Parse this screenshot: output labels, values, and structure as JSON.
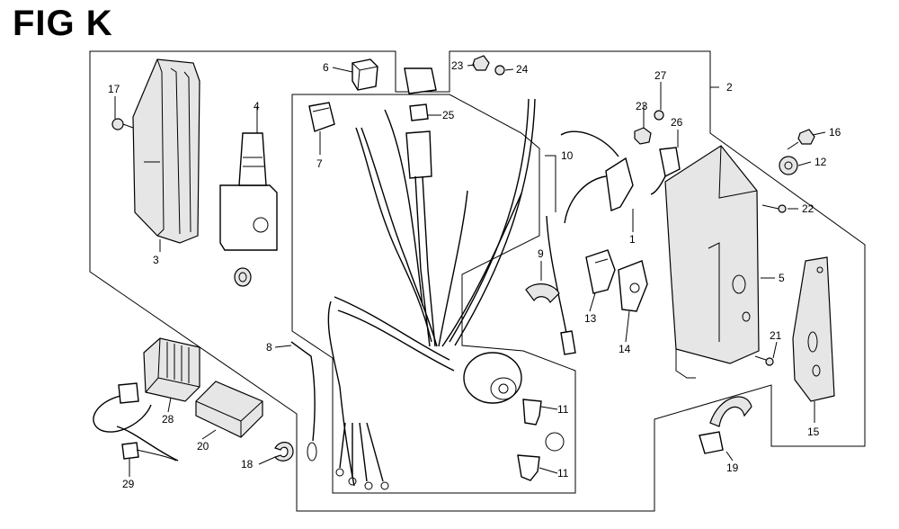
{
  "figure": {
    "title": "FIG K"
  },
  "callouts": {
    "c1": "1",
    "c2": "2",
    "c3": "3",
    "c4": "4",
    "c5": "5",
    "c6": "6",
    "c7": "7",
    "c8": "8",
    "c9": "9",
    "c10": "10",
    "c11a": "11",
    "c11b": "11",
    "c12": "12",
    "c13": "13",
    "c14": "14",
    "c15": "15",
    "c16": "16",
    "c17": "17",
    "c18": "18",
    "c19": "19",
    "c20": "20",
    "c21": "21",
    "c22": "22",
    "c23a": "23",
    "c23b": "23",
    "c24": "24",
    "c25": "25",
    "c26": "26",
    "c27": "27",
    "c28": "28",
    "c29": "29"
  }
}
